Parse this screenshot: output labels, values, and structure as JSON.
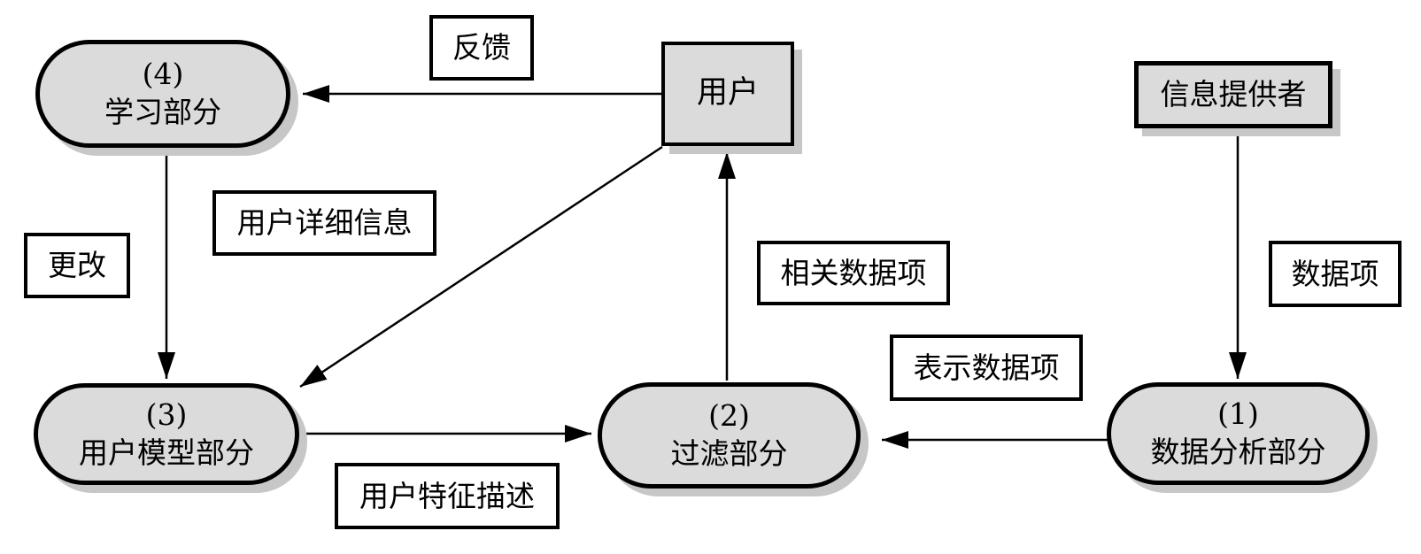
{
  "diagram": {
    "colors": {
      "background": "#ffffff",
      "node_fill": "#dbdbdb",
      "node_shadow": "#c7c7c7",
      "border": "#000000",
      "label_fill": "#ffffff"
    },
    "nodes": {
      "learning": {
        "number": "(4)",
        "label": "学习部分"
      },
      "user": {
        "label": "用户"
      },
      "provider": {
        "label": "信息提供者"
      },
      "model": {
        "number": "(3)",
        "label": "用户模型部分"
      },
      "filter": {
        "number": "(2)",
        "label": "过滤部分"
      },
      "analysis": {
        "number": "(1)",
        "label": "数据分析部分"
      }
    },
    "edge_labels": {
      "feedback": "反馈",
      "user_detail": "用户详细信息",
      "change": "更改",
      "related_items": "相关数据项",
      "represent_items": "表示数据项",
      "data_items": "数据项",
      "user_feature": "用户特征描述"
    },
    "edges": [
      {
        "from": "用户",
        "to": "(4) 学习部分",
        "label": "反馈"
      },
      {
        "from": "用户",
        "to": "(3) 用户模型部分",
        "label": "用户详细信息"
      },
      {
        "from": "(4) 学习部分",
        "to": "(3) 用户模型部分",
        "label": "更改"
      },
      {
        "from": "(2) 过滤部分",
        "to": "用户",
        "label": "相关数据项"
      },
      {
        "from": "信息提供者",
        "to": "(1) 数据分析部分",
        "label": "数据项"
      },
      {
        "from": "(1) 数据分析部分",
        "to": "(2) 过滤部分",
        "label": "表示数据项"
      },
      {
        "from": "(3) 用户模型部分",
        "to": "(2) 过滤部分",
        "label": "用户特征描述"
      }
    ]
  }
}
